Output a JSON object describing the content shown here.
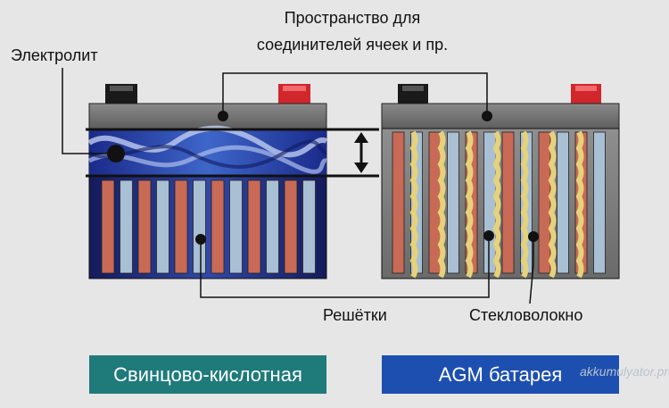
{
  "labels": {
    "space_line1": "Пространство для",
    "space_line2": "соединителей ячеек и пр.",
    "electrolyte": "Электролит",
    "grids": "Решётки",
    "fiberglass": "Стекловолокно"
  },
  "captions": {
    "left": "Свинцово-кислотная",
    "right": "AGM батарея"
  },
  "watermark": "akkumulyator.pro",
  "colors": {
    "background": "#e6e6e6",
    "lid": "#6f6f6f",
    "case_dark": "#1c2470",
    "case_light": "#3a4fb3",
    "plate_red": "#c86a56",
    "plate_blue": "#a9bfd3",
    "fiber": "#e6d27a",
    "terminal_neg": "#1a1a1a",
    "terminal_pos": "#d0262c",
    "caption_left_bg": "#1f7a7a",
    "caption_right_bg": "#1d4fb0"
  }
}
